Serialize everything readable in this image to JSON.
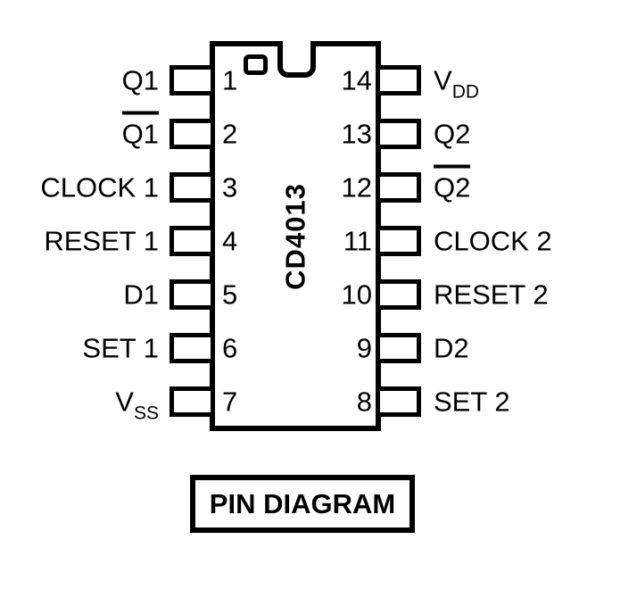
{
  "title": "PIN DIAGRAM",
  "colors": {
    "ink": "#000000",
    "background": "#ffffff"
  },
  "chip": {
    "name": "CD4013",
    "package": "DIP-14",
    "pins": {
      "left": [
        {
          "number": "1",
          "label": "Q1"
        },
        {
          "number": "2",
          "label": "Q1",
          "overline": true
        },
        {
          "number": "3",
          "label": "CLOCK 1"
        },
        {
          "number": "4",
          "label": "RESET 1"
        },
        {
          "number": "5",
          "label": "D1"
        },
        {
          "number": "6",
          "label": "SET 1"
        },
        {
          "number": "7",
          "label": "V",
          "subscript": "SS"
        }
      ],
      "right": [
        {
          "number": "14",
          "label": "V",
          "subscript": "DD"
        },
        {
          "number": "13",
          "label": "Q2"
        },
        {
          "number": "12",
          "label": "Q2",
          "overline": true
        },
        {
          "number": "11",
          "label": "CLOCK 2"
        },
        {
          "number": "10",
          "label": "RESET 2"
        },
        {
          "number": "9",
          "label": "D2"
        },
        {
          "number": "8",
          "label": "SET 2"
        }
      ]
    }
  }
}
